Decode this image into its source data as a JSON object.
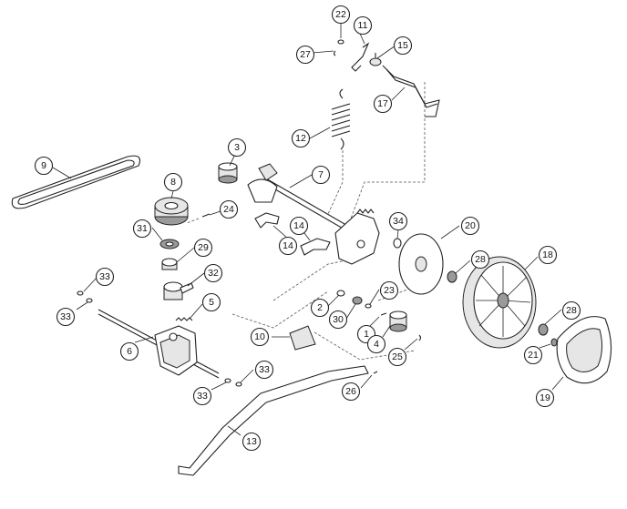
{
  "callouts": [
    {
      "id": "c22",
      "label": "22"
    },
    {
      "id": "c11",
      "label": "11"
    },
    {
      "id": "c27",
      "label": "27"
    },
    {
      "id": "c15",
      "label": "15"
    },
    {
      "id": "c17",
      "label": "17"
    },
    {
      "id": "c12",
      "label": "12"
    },
    {
      "id": "c3",
      "label": "3"
    },
    {
      "id": "c7",
      "label": "7"
    },
    {
      "id": "c9",
      "label": "9"
    },
    {
      "id": "c8",
      "label": "8"
    },
    {
      "id": "c24",
      "label": "24"
    },
    {
      "id": "c14a",
      "label": "14"
    },
    {
      "id": "c14b",
      "label": "14"
    },
    {
      "id": "c34",
      "label": "34"
    },
    {
      "id": "c20",
      "label": "20"
    },
    {
      "id": "c31",
      "label": "31"
    },
    {
      "id": "c29",
      "label": "29"
    },
    {
      "id": "c18",
      "label": "18"
    },
    {
      "id": "c28a",
      "label": "28"
    },
    {
      "id": "c33a",
      "label": "33"
    },
    {
      "id": "c32",
      "label": "32"
    },
    {
      "id": "c33b",
      "label": "33"
    },
    {
      "id": "c2",
      "label": "2"
    },
    {
      "id": "c23",
      "label": "23"
    },
    {
      "id": "c5",
      "label": "5"
    },
    {
      "id": "c30",
      "label": "30"
    },
    {
      "id": "c28b",
      "label": "28"
    },
    {
      "id": "c10",
      "label": "10"
    },
    {
      "id": "c1",
      "label": "1"
    },
    {
      "id": "c6",
      "label": "6"
    },
    {
      "id": "c4",
      "label": "4"
    },
    {
      "id": "c21",
      "label": "21"
    },
    {
      "id": "c25",
      "label": "25"
    },
    {
      "id": "c33c",
      "label": "33"
    },
    {
      "id": "c26",
      "label": "26"
    },
    {
      "id": "c33d",
      "label": "33"
    },
    {
      "id": "c19",
      "label": "19"
    },
    {
      "id": "c13",
      "label": "13"
    }
  ]
}
